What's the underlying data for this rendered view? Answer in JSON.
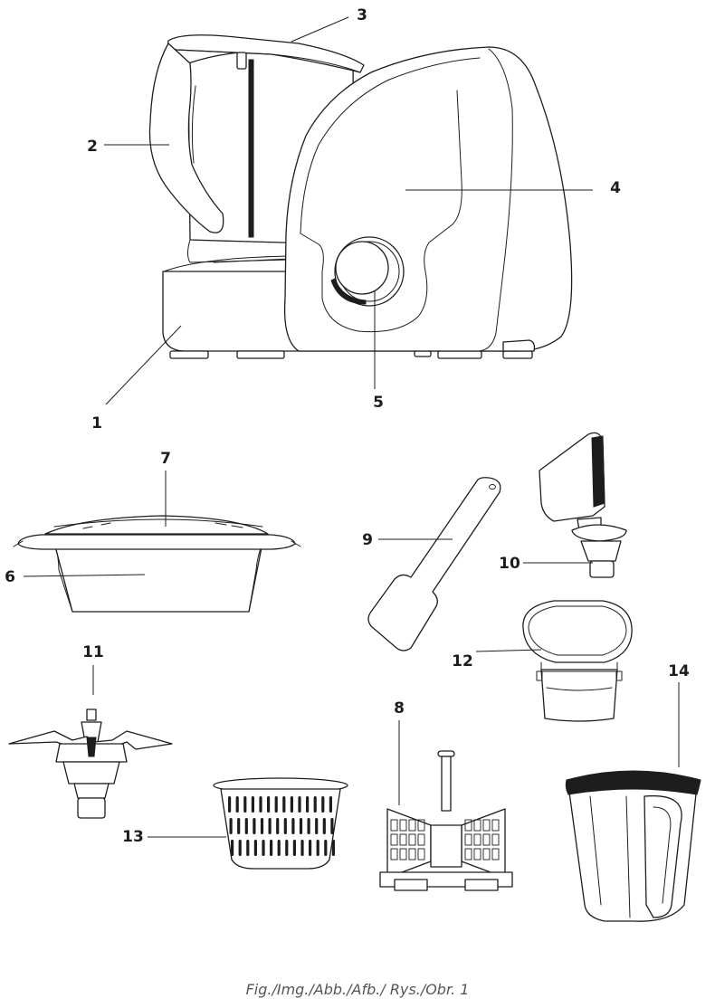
{
  "caption": "Fig./Img./Abb./Afb./ Rys./Obr. 1",
  "callouts": {
    "c1": "1",
    "c2": "2",
    "c3": "3",
    "c4": "4",
    "c5": "5",
    "c6": "6",
    "c7": "7",
    "c8": "8",
    "c9": "9",
    "c10": "10",
    "c11": "11",
    "c12": "12",
    "c13": "13",
    "c14": "14"
  },
  "colors": {
    "line": "#1d1d1b",
    "caption": "#555555",
    "background": "#ffffff"
  }
}
